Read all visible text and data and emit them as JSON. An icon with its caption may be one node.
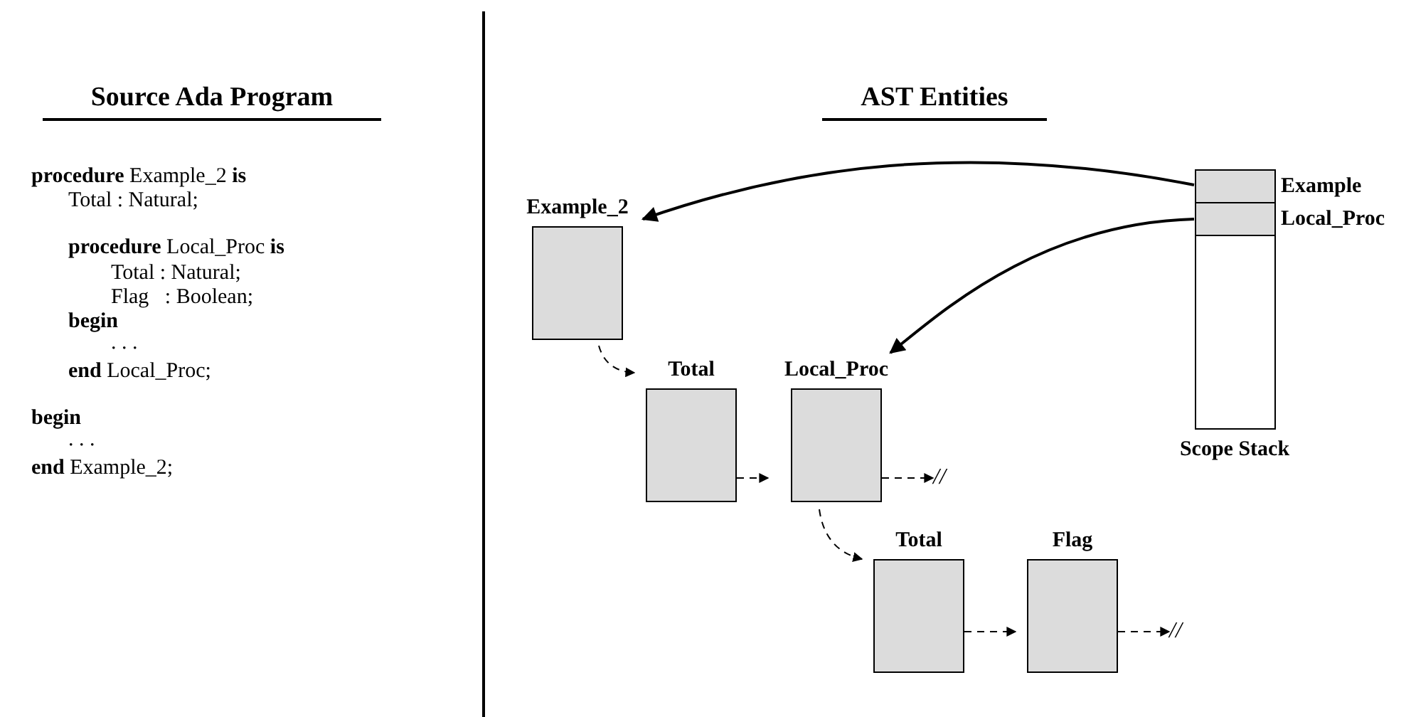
{
  "diagram": {
    "nodes": [
      {
        "text": [
          "Example_2"
        ]
      },
      {
        "text": [
          "Total"
        ]
      },
      {
        "text": [
          "Local_Proc"
        ]
      },
      {
        "text": [
          "Total"
        ]
      },
      {
        "text": [
          "Flag"
        ]
      },
      {
        "text": [
          "//"
        ]
      },
      {
        "text": [
          "//"
        ]
      },
      {
        "text": [
          "Scope Stack"
        ]
      },
      {
        "text": [
          "Example"
        ],
        "in": 7
      },
      {
        "text": [
          "Local_Proc"
        ],
        "in": 7
      }
    ],
    "edges": [
      {
        "from": 0,
        "to": 1,
        "arrow": "to",
        "style": "dashed"
      },
      {
        "from": 1,
        "to": 2,
        "arrow": "to",
        "style": "dashed"
      },
      {
        "from": 2,
        "to": 5,
        "arrow": "to",
        "style": "dashed"
      },
      {
        "from": 2,
        "to": 3,
        "arrow": "to",
        "style": "dashed"
      },
      {
        "from": 3,
        "to": 4,
        "arrow": "to",
        "style": "dashed"
      },
      {
        "from": 4,
        "to": 6,
        "arrow": "to",
        "style": "dashed"
      },
      {
        "from": 8,
        "to": 0,
        "arrow": "to"
      },
      {
        "from": 9,
        "to": 2,
        "arrow": "to"
      }
    ],
    "labels": [
      "Source Ada Program",
      "AST Entities",
      "**procedure** Example_2 **is**",
      "Total : Natural;",
      "**procedure** Local_Proc **is**",
      "Total : Natural;",
      "Flag   : Boolean;",
      "begin",
      ". . .",
      "**end** Local_Proc;",
      "begin",
      ". . .",
      "**end** Example_2;"
    ]
  }
}
